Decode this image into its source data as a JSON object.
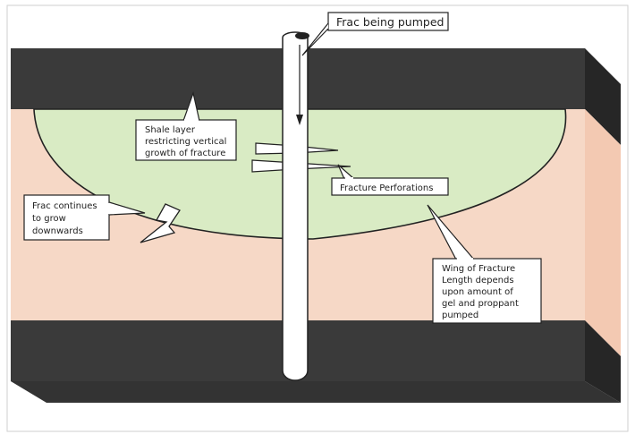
{
  "diagram": {
    "colors": {
      "background": "#ffffff",
      "frame_border": "#cfcfcf",
      "shale_dark": "#3a3a3a",
      "shale_side": "#262626",
      "shale_bottom_face": "#333333",
      "reservoir": "#f6d8c6",
      "reservoir_side": "#f3c9b2",
      "fracture_wing": "#d9ebc4",
      "wellbore": "#ffffff",
      "outline": "#222222",
      "callout_fill": "#ffffff"
    },
    "labels": {
      "frac_pumped": "Frac being pumped",
      "shale_layer": [
        "Shale layer",
        "restricting vertical",
        "growth of fracture"
      ],
      "frac_down": [
        "Frac continues",
        "to grow",
        "downwards"
      ],
      "perforations": "Fracture Perforations",
      "wing": [
        "Wing of Fracture",
        "Length depends",
        "upon amount of",
        "gel and proppant",
        "pumped"
      ]
    }
  }
}
